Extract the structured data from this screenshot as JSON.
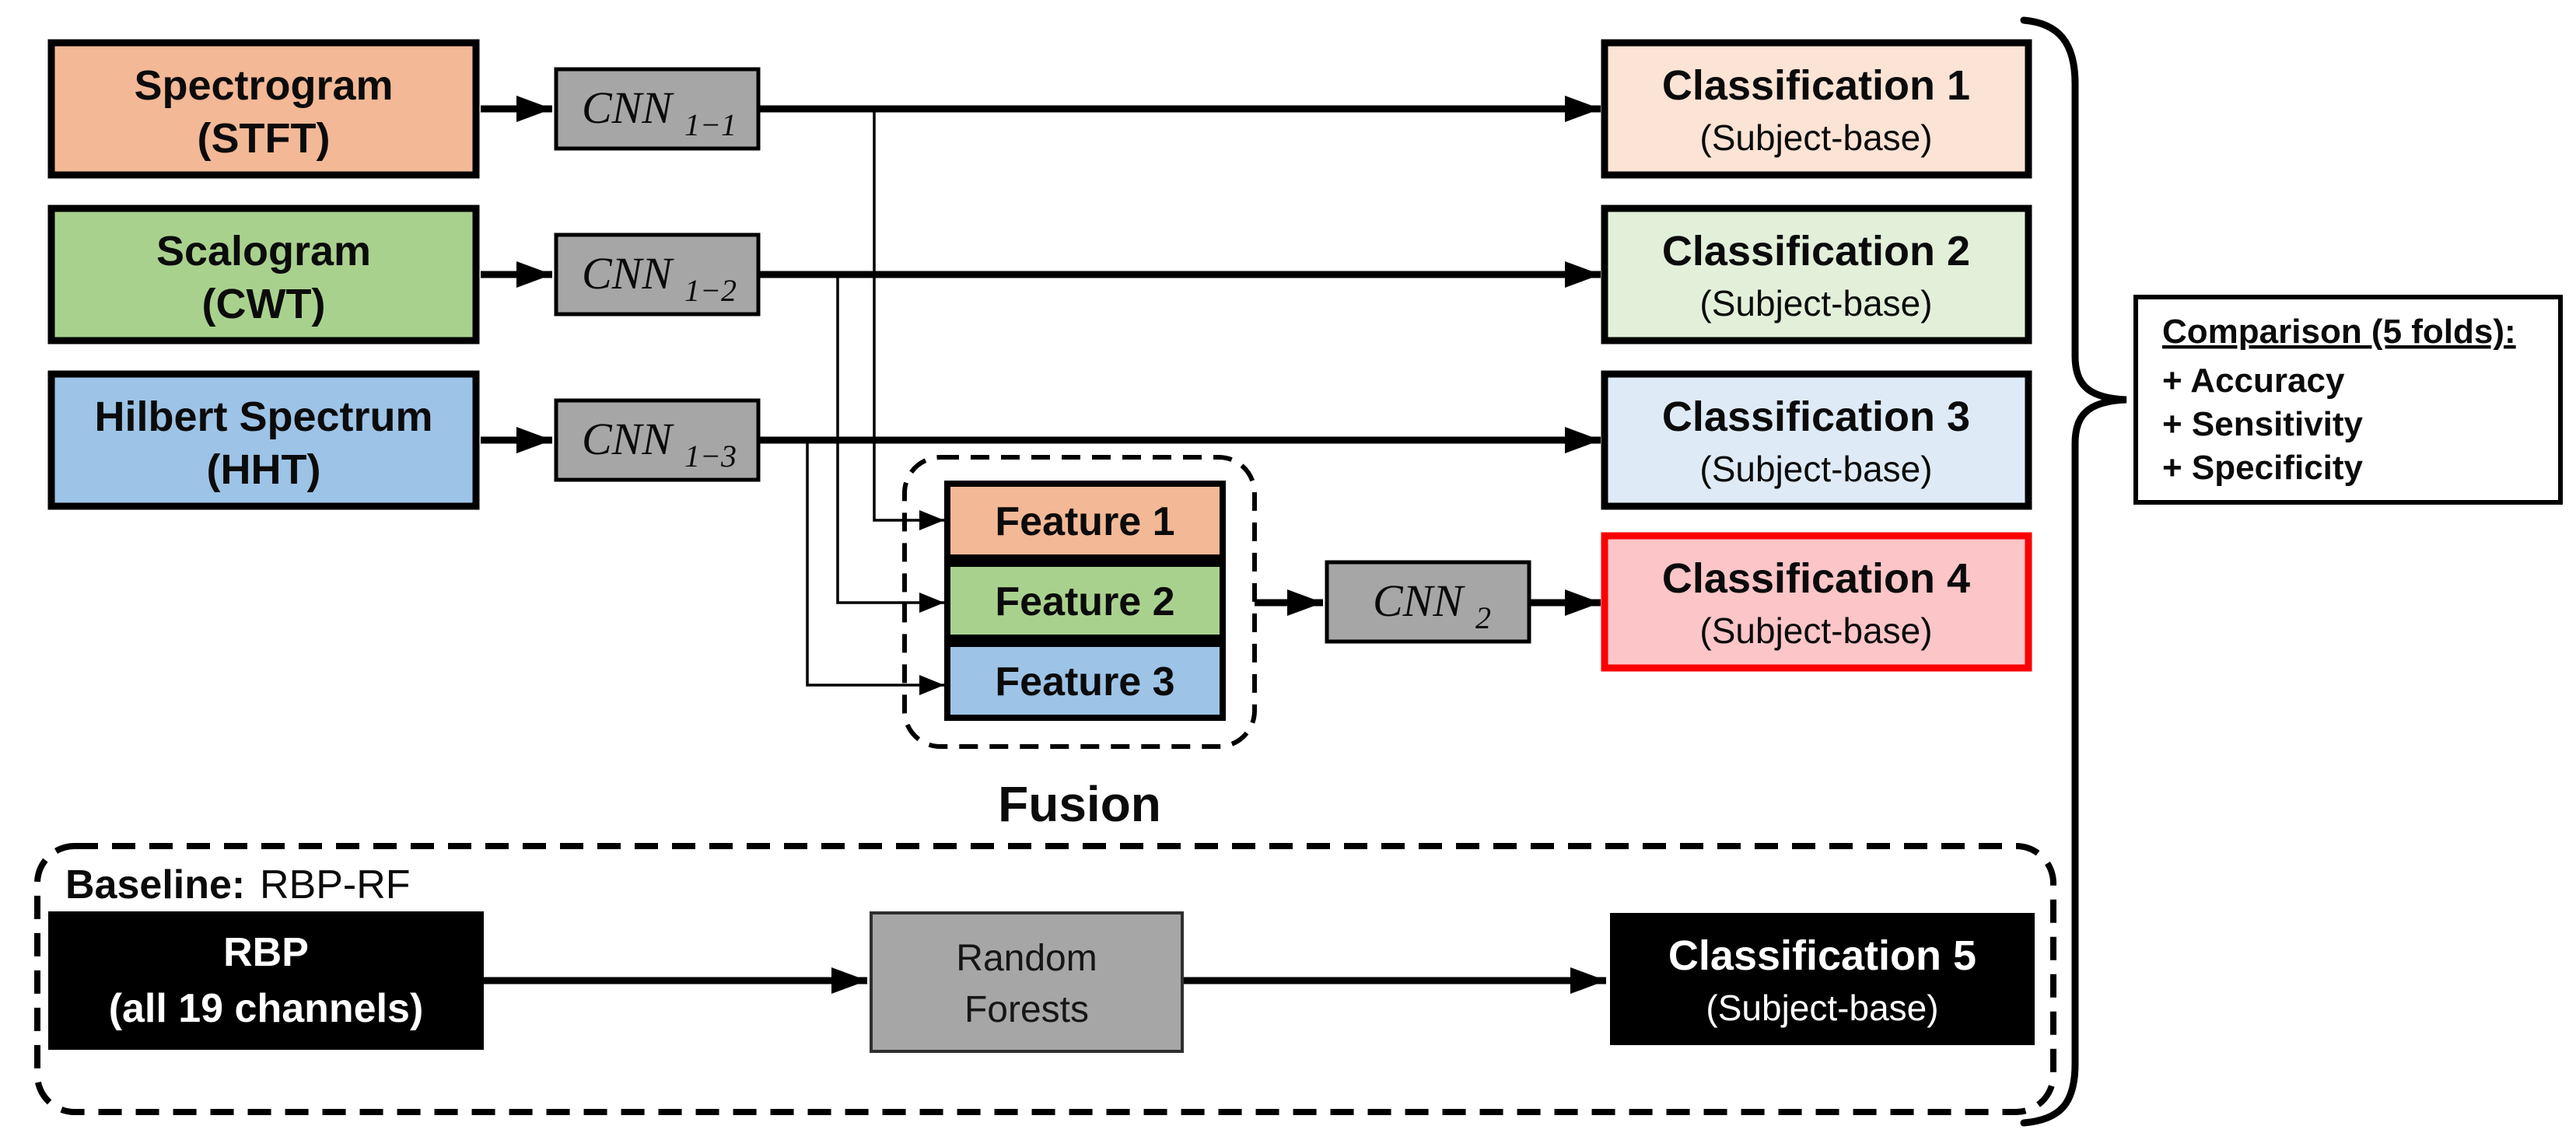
{
  "diagram": {
    "pipelines": [
      {
        "input_title": "Spectrogram",
        "input_subtitle": "(STFT)",
        "cnn_label": "CNN",
        "cnn_sub": "1−1",
        "class_title": "Classification 1",
        "class_subtitle": "(Subject-base)"
      },
      {
        "input_title": "Scalogram",
        "input_subtitle": "(CWT)",
        "cnn_label": "CNN",
        "cnn_sub": "1−2",
        "class_title": "Classification 2",
        "class_subtitle": "(Subject-base)"
      },
      {
        "input_title": "Hilbert Spectrum",
        "input_subtitle": "(HHT)",
        "cnn_label": "CNN",
        "cnn_sub": "1−3",
        "class_title": "Classification 3",
        "class_subtitle": "(Subject-base)"
      }
    ],
    "fusion": {
      "features": [
        "Feature 1",
        "Feature 2",
        "Feature 3"
      ],
      "label": "Fusion",
      "cnn_label": "CNN",
      "cnn_sub": "2",
      "class_title": "Classification 4",
      "class_subtitle": "(Subject-base)"
    },
    "comparison": {
      "title": "Comparison (5 folds):",
      "items": [
        "+ Accuracy",
        "+ Sensitivity",
        "+ Specificity"
      ]
    },
    "baseline": {
      "label_bold": "Baseline:",
      "label_rest": "RBP-RF",
      "input_title": "RBP",
      "input_subtitle": "(all 19 channels)",
      "model_line1": "Random",
      "model_line2": "Forests",
      "class_title": "Classification 5",
      "class_subtitle": "(Subject-base)"
    },
    "colors": {
      "orange": "#F3B896",
      "green": "#A9D18E",
      "blue": "#9DC3E6",
      "orange_light": "#FBE3D5",
      "green_light": "#E2F0D9",
      "blue_light": "#DEEBF7",
      "red_fill": "#FCC5C7",
      "red": "#EE1111",
      "red_border": "#FA0000",
      "gray": "#A6A6A6",
      "black": "#000000",
      "white": "#FFFFFF"
    }
  }
}
